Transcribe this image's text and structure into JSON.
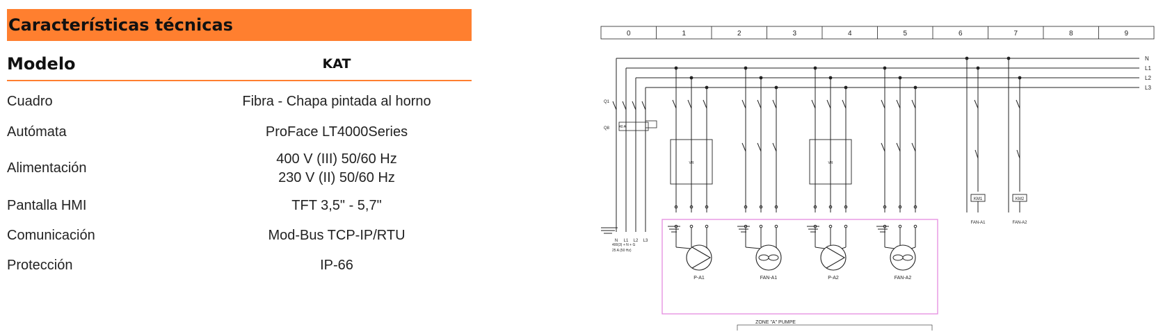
{
  "spec_table": {
    "title": "Características técnicas",
    "header": {
      "label": "Modelo",
      "value": "KAT"
    },
    "rows": [
      {
        "label": "Cuadro",
        "values": [
          "Fibra - Chapa pintada al horno"
        ]
      },
      {
        "label": "Autómata",
        "values": [
          "ProFace LT4000Series"
        ]
      },
      {
        "label": "Alimentación",
        "values": [
          "400 V (III) 50/60 Hz",
          "230 V (II) 50/60 Hz"
        ]
      },
      {
        "label": "Pantalla HMI",
        "values": [
          "TFT 3,5\" - 5,7\""
        ]
      },
      {
        "label": "Comunicación",
        "values": [
          "Mod-Bus TCP-IP/RTU"
        ]
      },
      {
        "label": "Protección",
        "values": [
          "IP-66"
        ]
      }
    ],
    "colors": {
      "accent": "#ff7f2f"
    }
  },
  "diagram": {
    "ruler": [
      "0",
      "1",
      "2",
      "3",
      "4",
      "5",
      "6",
      "7",
      "8",
      "9"
    ],
    "lines": [
      "N",
      "L1",
      "L2",
      "L3"
    ],
    "motors": [
      {
        "type": "pump",
        "label": "P-A1"
      },
      {
        "type": "fan",
        "label": "FAN-A1"
      },
      {
        "type": "pump",
        "label": "P-A2"
      },
      {
        "type": "fan",
        "label": "FAN-A2"
      }
    ],
    "fan_contactors": [
      {
        "coil": "KM1",
        "label": "FAN-A1"
      },
      {
        "coil": "KM2",
        "label": "FAN-A2"
      }
    ],
    "zone_label": "ZONE \"A\" PUMPE",
    "supply_note": [
      "400(3) + N + G",
      "25 A (50 Hz)"
    ],
    "colors": {
      "zone_box": "#e58ce0",
      "ink": "#222222"
    }
  }
}
